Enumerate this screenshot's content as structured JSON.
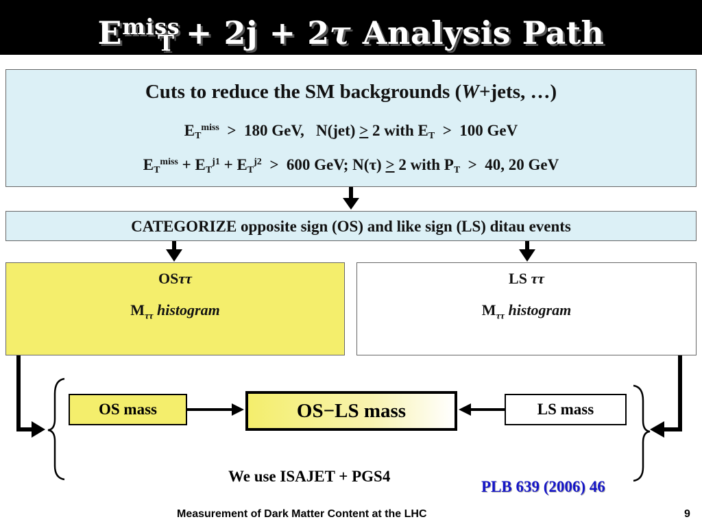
{
  "title": {
    "e": "E",
    "sup": "miss",
    "sub": "T",
    "rest1": " + 2j + 2",
    "tau": "τ",
    "rest2": " Analysis Path"
  },
  "cuts": {
    "line1_pre": "Cuts to reduce the SM backgrounds (",
    "line1_w": "W",
    "line1_post": "+jets, …)",
    "line2": {
      "e1": "E",
      "sub1": "T",
      "sup1": "miss",
      "t1": "  >  180 GeV,   N(jet) ",
      "ge": ">",
      "t2": " 2 with E",
      "sub2": "T",
      "t3": "  >  100 GeV"
    },
    "line3": {
      "e1": "E",
      "sub1": "T",
      "sup1": "miss",
      "t1": " + E",
      "sub2": "T",
      "sup2": "j1",
      "t2": " + E",
      "sub3": "T",
      "sup3": "j2",
      "t3": "  >  600 GeV; N(τ) ",
      "ge": ">",
      "t4": " 2 with P",
      "sub4": "T",
      "t5": "  >  40, 20 GeV"
    }
  },
  "categorize": "CATEGORIZE opposite sign (OS) and like sign (LS) ditau events",
  "os_box": {
    "line1_pre": "OS",
    "line1_tau": "ττ",
    "m": "M",
    "sub": "ττ",
    "hist": " histogram"
  },
  "ls_box": {
    "line1_pre": "LS ",
    "line1_tau": "ττ",
    "m": "M",
    "sub": "ττ",
    "hist": " histogram"
  },
  "os_mass": "OS mass",
  "osls_mass": "OS−LS mass",
  "ls_mass": "LS mass",
  "note": "We use ISAJET + PGS4",
  "reference": "PLB 639 (2006) 46",
  "footer": "Measurement of Dark Matter Content at the LHC",
  "page_number": "9",
  "colors": {
    "title_bg": "#000000",
    "light_blue": "#dcf0f6",
    "yellow": "#f4ee6c",
    "reference_blue": "#1515c8"
  }
}
